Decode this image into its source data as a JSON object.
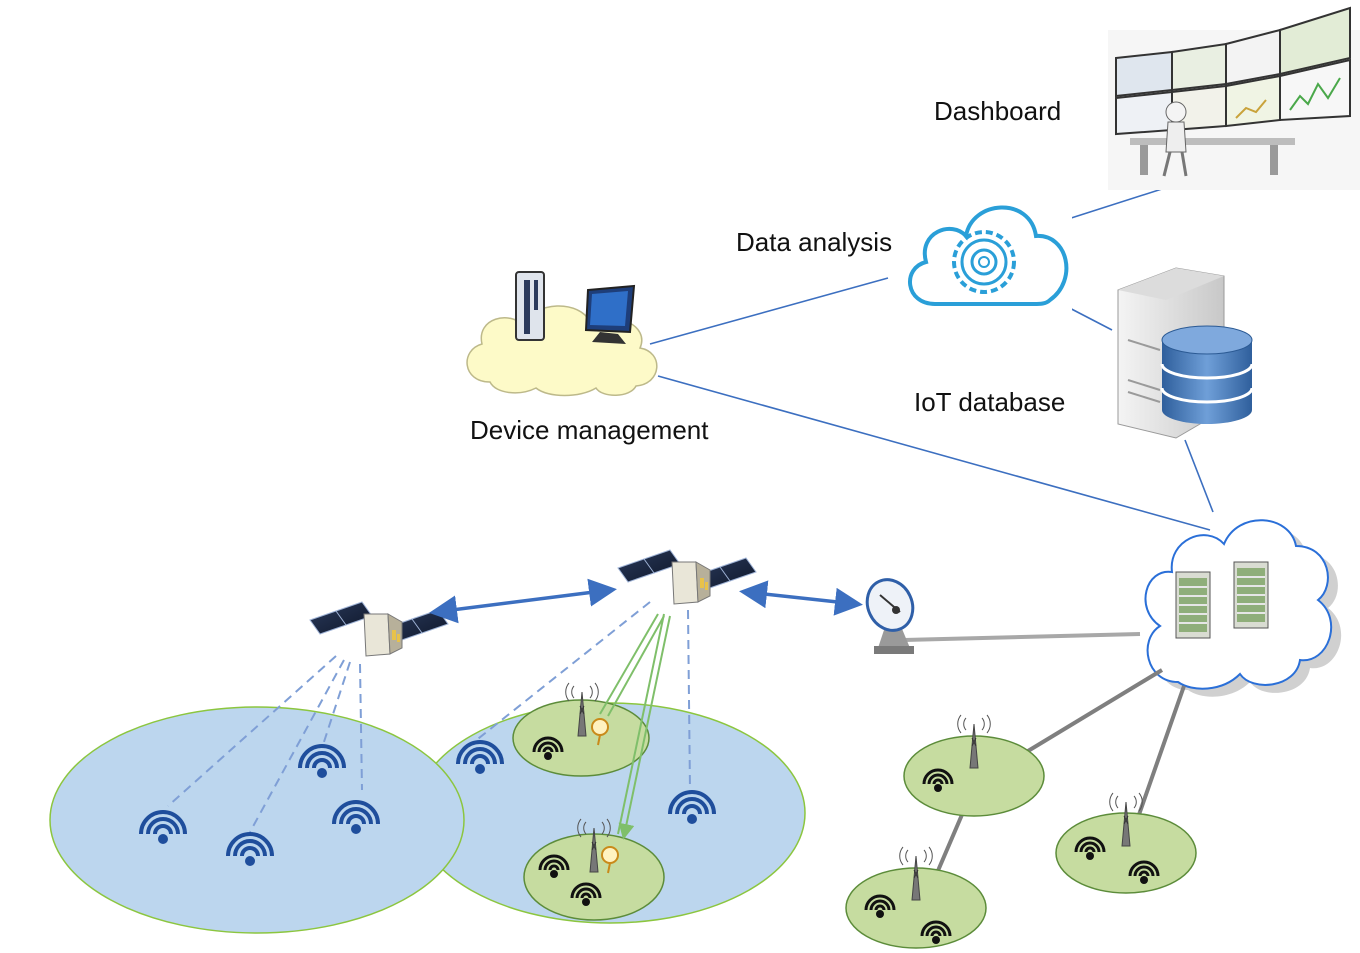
{
  "labels": {
    "dashboard": "Dashboard",
    "data_analysis": "Data analysis",
    "device_management": "Device management",
    "iot_database": "IoT database"
  },
  "colors": {
    "link_blue": "#3c6fc0",
    "link_gray": "#8a8a8a",
    "coverage_fill": "#bcd6ee",
    "coverage_stroke": "#8cc63f",
    "cell_fill": "#c6dca0",
    "device_cloud": "#fdfac8",
    "sensor_blue": "#1f4e9c"
  },
  "icons": [
    "dashboard-monitors-icon",
    "cloud-gear-icon",
    "server-database-icon",
    "device-cloud-icon",
    "network-cloud-icon",
    "satellite-icon",
    "ground-station-dish-icon",
    "cell-tower-icon",
    "wireless-sensor-icon"
  ]
}
